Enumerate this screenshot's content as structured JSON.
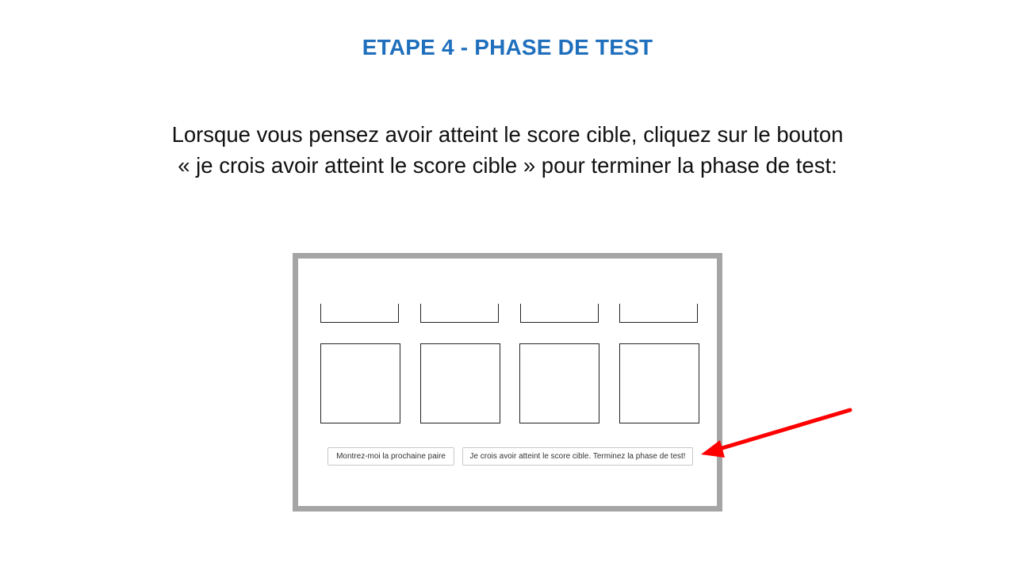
{
  "slide": {
    "title": "ETAPE 4 - PHASE DE TEST",
    "body": "Lorsque vous pensez avoir atteint le score cible, cliquez sur le bouton « je crois avoir atteint le score cible » pour terminer la phase de test:"
  },
  "screenshot": {
    "next_pair_button": "Montrez-moi la prochaine paire",
    "finish_button": "Je crois avoir atteint le score cible. Terminez la phase de test!"
  },
  "colors": {
    "title": "#1f6fbd",
    "arrow": "#ff0000",
    "frame": "#a5a5a5"
  }
}
